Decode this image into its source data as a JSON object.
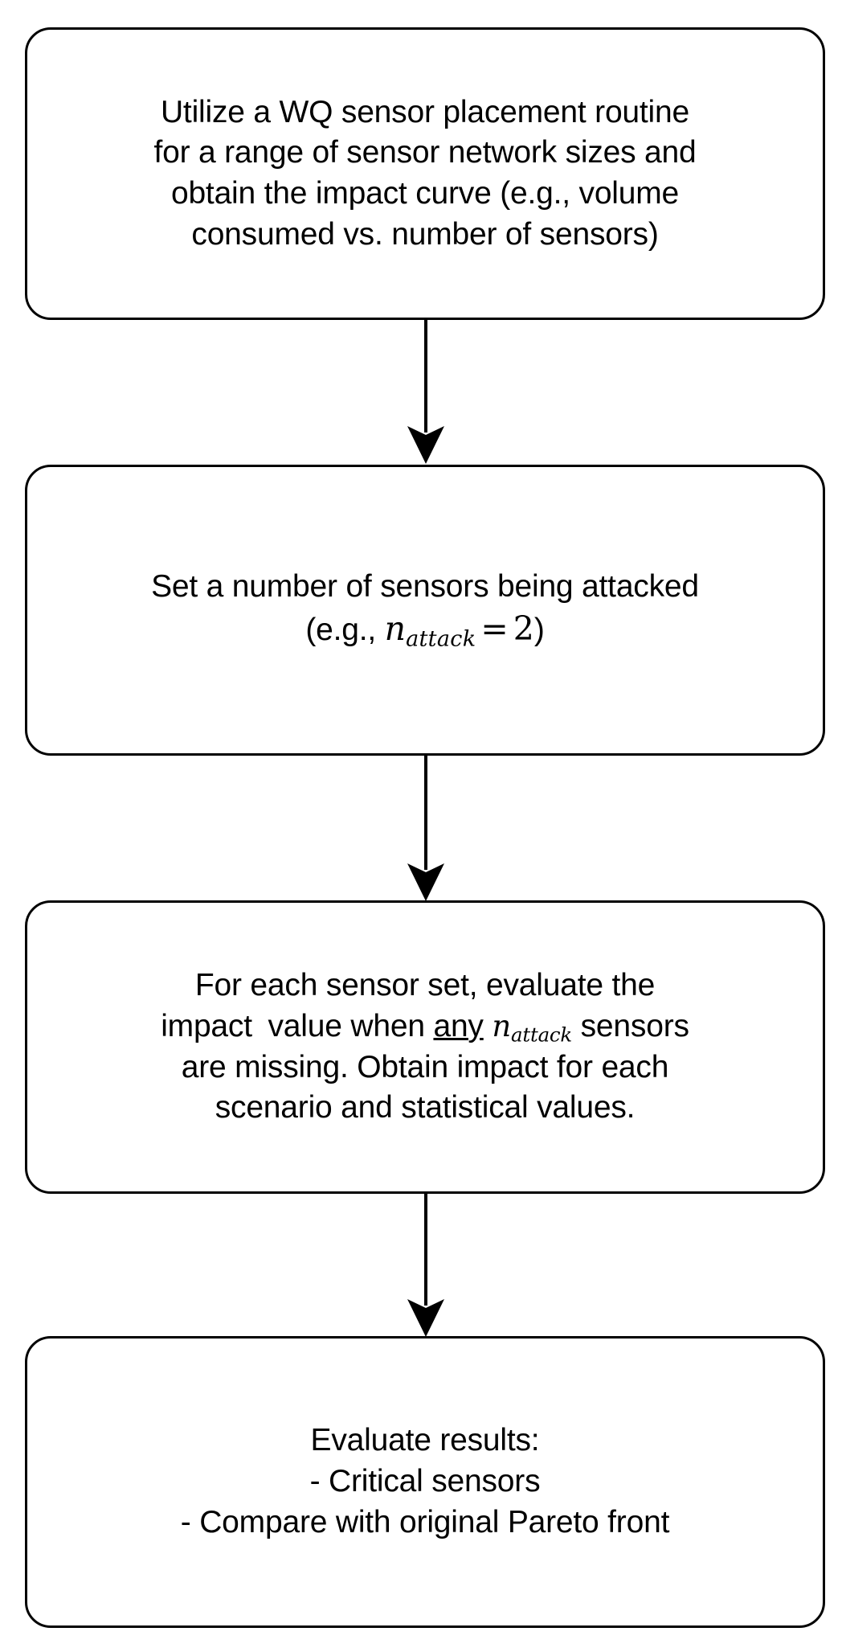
{
  "diagram": {
    "type": "flowchart",
    "orientation": "vertical",
    "background_color": "#ffffff",
    "stroke_color": "#000000",
    "fill_color": "#ffffff",
    "node_count": 4,
    "connector_count": 3,
    "nodes": [
      {
        "id": "node-1",
        "shape": "rounded-rectangle",
        "lines": [
          "Utilize a WQ sensor placement routine",
          "for a range of sensor network sizes and",
          "obtain the impact curve (e.g., volume",
          "consumed vs. number of sensors)"
        ],
        "text": "Utilize a WQ sensor placement routine for a range of sensor network sizes and obtain the impact curve (e.g., volume consumed vs. number of sensors)"
      },
      {
        "id": "node-2",
        "shape": "rounded-rectangle",
        "lines": [
          "Set a number of sensors being attacked"
        ],
        "math_line": {
          "prefix": "(e.g., ",
          "symbol": "n",
          "subscript": "attack",
          "operator": "=",
          "value": "2",
          "suffix": ")"
        },
        "text": "Set a number of sensors being attacked (e.g., n_attack = 2)"
      },
      {
        "id": "node-3",
        "shape": "rounded-rectangle",
        "lines": [
          "For each sensor set, evaluate the",
          "impact  value when any n_attack sensors",
          "are missing. Obtain impact for each",
          "scenario and statistical values."
        ],
        "line_2_parts": {
          "before": "impact",
          "middle": "value when ",
          "emphasis": "any",
          "symbol": "n",
          "subscript": "attack",
          "after": " sensors"
        },
        "text": "For each sensor set, evaluate the impact value when any n_attack sensors are missing. Obtain impact for each scenario and statistical values."
      },
      {
        "id": "node-4",
        "shape": "rounded-rectangle",
        "lines": [
          "Evaluate results:",
          "- Critical sensors",
          "- Compare with original Pareto front"
        ],
        "text": "Evaluate results: - Critical sensors - Compare with original Pareto front"
      }
    ],
    "connectors": [
      {
        "id": "connector-1",
        "from": "node-1",
        "to": "node-2",
        "style": "solid-arrow-down"
      },
      {
        "id": "connector-2",
        "from": "node-2",
        "to": "node-3",
        "style": "solid-arrow-down"
      },
      {
        "id": "connector-3",
        "from": "node-3",
        "to": "node-4",
        "style": "solid-arrow-down"
      }
    ]
  }
}
